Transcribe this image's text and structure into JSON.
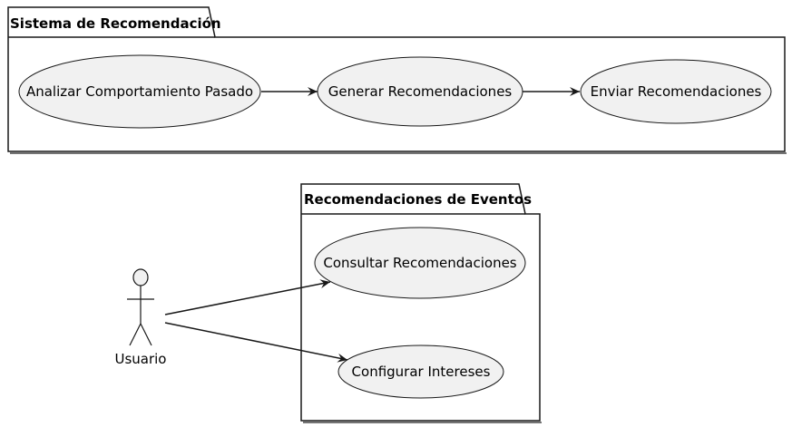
{
  "colors": {
    "usecase_fill": "#F1F1F1",
    "stroke": "#181818",
    "package_fill": "#FFFFFF"
  },
  "packages": {
    "sistema": {
      "title": "Sistema de Recomendación"
    },
    "eventos": {
      "title": "Recomendaciones de Eventos"
    }
  },
  "usecases": {
    "analizar": "Analizar Comportamiento Pasado",
    "generar": "Generar Recomendaciones",
    "enviar": "Enviar Recomendaciones",
    "consultar": "Consultar Recomendaciones",
    "configurar": "Configurar Intereses"
  },
  "actor": {
    "name": "Usuario"
  },
  "relations": [
    {
      "from": "analizar",
      "to": "generar"
    },
    {
      "from": "generar",
      "to": "enviar"
    },
    {
      "from": "actor",
      "to": "consultar"
    },
    {
      "from": "actor",
      "to": "configurar"
    }
  ]
}
